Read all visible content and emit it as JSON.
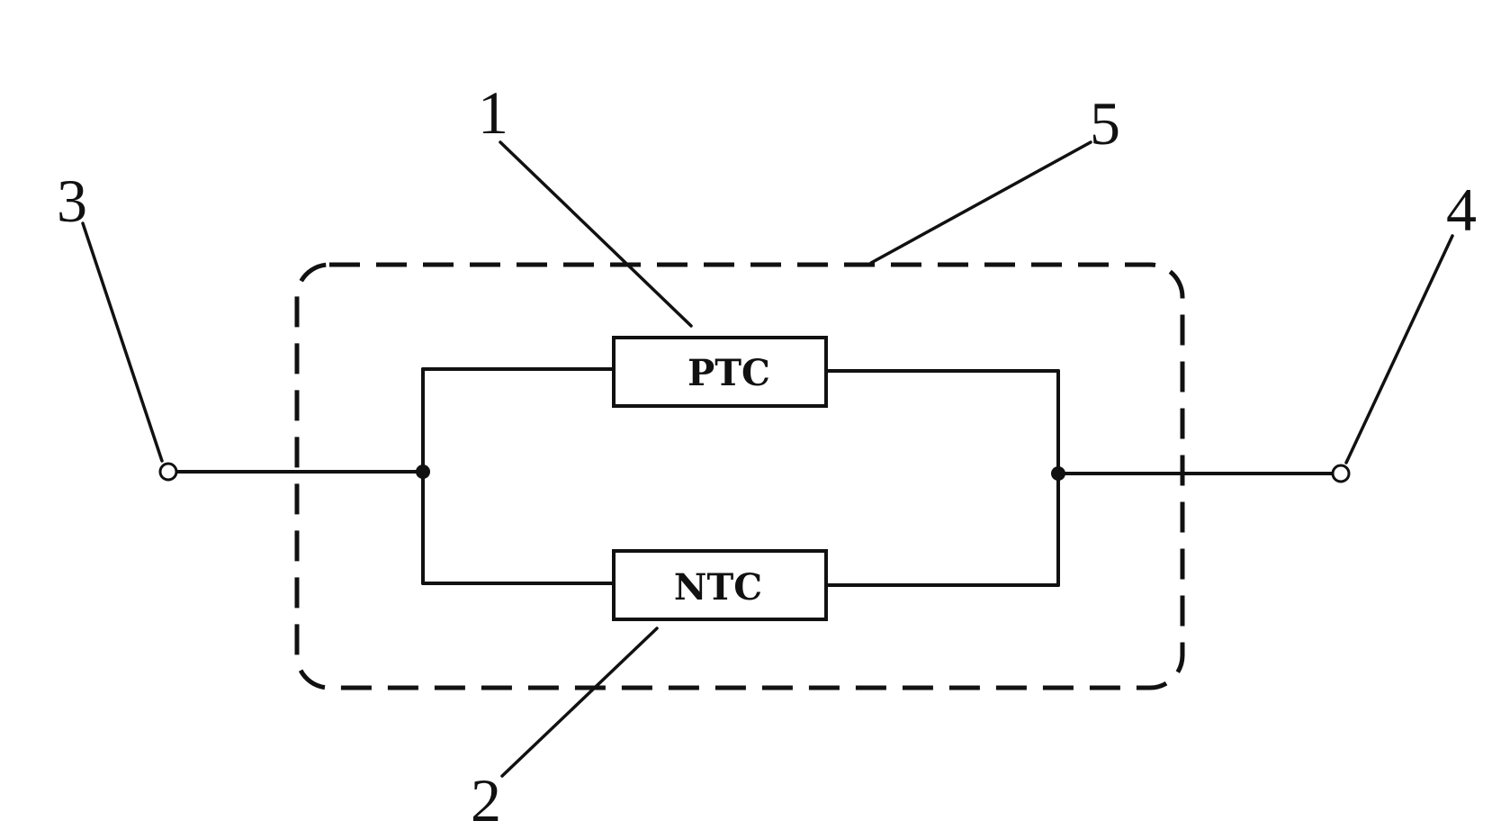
{
  "components": {
    "ptc": {
      "label": "PTC"
    },
    "ntc": {
      "label": "NTC"
    }
  },
  "callouts": {
    "c1": "1",
    "c2": "2",
    "c3": "3",
    "c4": "4",
    "c5": "5"
  },
  "colors": {
    "stroke": "#111111",
    "background": "#ffffff"
  }
}
